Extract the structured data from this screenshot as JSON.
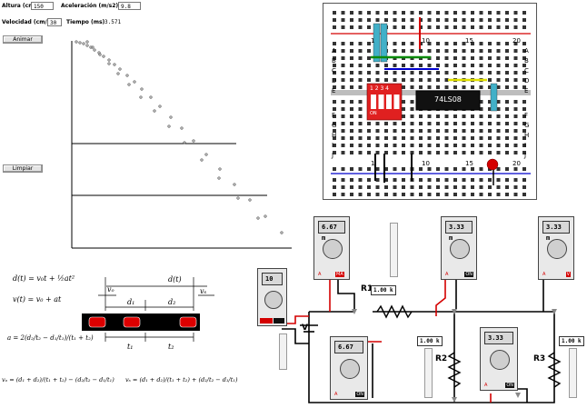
{
  "kinematics": {
    "altura_label": "Altura (cm)",
    "altura_value": "150",
    "aceleracion_label": "Aceleración (m/s2)",
    "aceleracion_value": "9.8",
    "velocidad_label": "Velocidad (cm/s)",
    "velocidad_value": "30",
    "tiempo_label": "Tiempo (ms)",
    "tiempo_value": "3.571",
    "animar_label": "Animar",
    "limpiar_label": "Limpiar"
  },
  "formulas": {
    "d_t": "d(t) = v₀t + ½at²",
    "v_t": "v(t) = v₀ + at",
    "a": "a = 2(d₂/t₂ − d₁/t₁)/(t₁ + t₂)",
    "v_o": "vₒ = (d₁ + d₂)/(t₁ + t₂) − (d₂/t₂ − d₁/t₁)",
    "v_s": "vₛ = (d₁ + d₂)/(t₁ + t₂) + (d₂/t₂ − d₁/t₁)",
    "diagram_dt": "d(t)",
    "diagram_vo": "vₒ",
    "diagram_vs": "vₛ",
    "diagram_d1": "d₁",
    "diagram_d2": "d₂",
    "diagram_t1": "t₁",
    "diagram_t2": "t₂"
  },
  "breadboard": {
    "top_numbers": [
      "1",
      "10",
      "15",
      "20"
    ],
    "bottom_numbers": [
      "1",
      "10",
      "15",
      "20"
    ],
    "row_letters_top": [
      "A",
      "B",
      "C",
      "D",
      "E"
    ],
    "row_letters_bottom": [
      "F",
      "G",
      "H",
      "I",
      "J"
    ],
    "dip_numbers": "1 2 3 4",
    "dip_on": "ON",
    "chip_label": "74LS08",
    "color_rail_top": "#d40000",
    "color_rail_bottom": "#0000cc",
    "color_dip": "#e02020"
  },
  "circuit": {
    "source_meter_value": "10",
    "meter_top_left_value": "6.67 m",
    "meter_middle_value": "6.67",
    "meter_top_middle_value": "3.33 m",
    "meter_right_bottom_value": "3.33",
    "meter_top_right_value": "3.33 m",
    "r1_label": "R1",
    "r1_value": "1.00 k",
    "r2_label": "R2",
    "r2_value": "1.00 k",
    "r3_label": "R3",
    "r3_value": "1.00 k",
    "v_label": "V",
    "mode_a": "A",
    "mode_on": "ON",
    "mode_ma": "MA",
    "mode_v": "V"
  }
}
